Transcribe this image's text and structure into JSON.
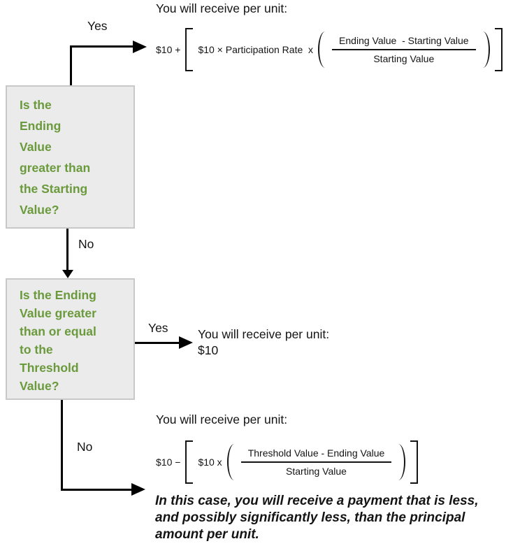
{
  "colors": {
    "question-green": "#6a9a3c",
    "box-bg": "#ebebeb",
    "box-border": "#c8c8c8",
    "line-black": "#000000"
  },
  "boxes": {
    "q1": "Is the\nEnding\nValue\ngreater than\nthe Starting\nValue?",
    "q2": "Is the Ending\nValue greater\nthan or equal\nto the\nThreshold\nValue?"
  },
  "connectors": {
    "yes_top": "Yes",
    "no_top": "No",
    "yes_mid": "Yes",
    "no_bottom": "No"
  },
  "top_branch": {
    "header": "You will receive per unit:",
    "formula": {
      "prefix": "$10 +",
      "inner": "$10 × Participation Rate  x",
      "numerator": "Ending Value  - Starting Value",
      "denominator": "Starting Value"
    }
  },
  "middle_branch": {
    "header": "You will receive per unit:",
    "amount": "$10"
  },
  "bottom_branch": {
    "header": "You will receive per unit:",
    "formula": {
      "prefix": "$10 −",
      "inner": "$10 x",
      "numerator": "Threshold Value - Ending Value",
      "denominator": "Starting Value"
    },
    "warning": "In this case, you will receive a payment that is less, and possibly significantly less, than the principal amount per unit."
  }
}
